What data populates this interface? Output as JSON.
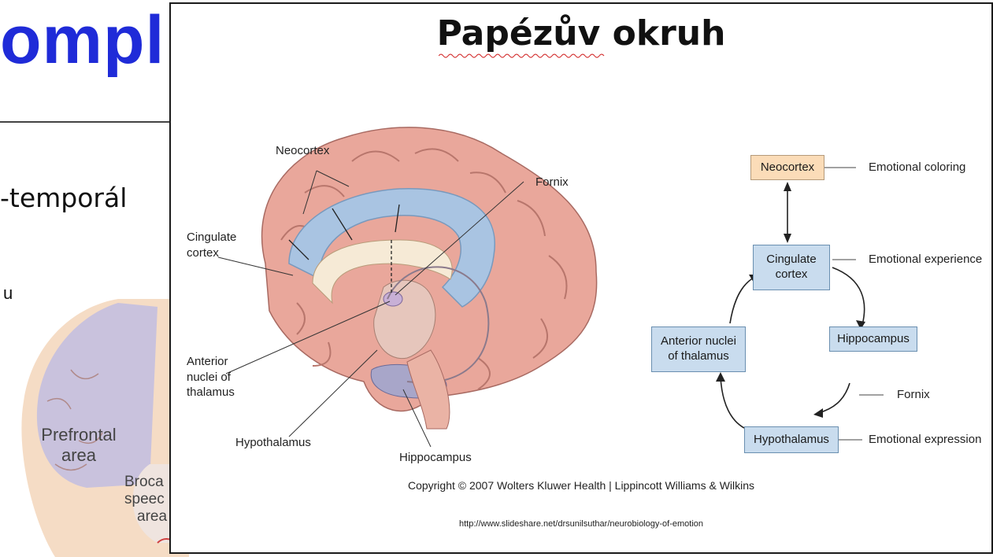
{
  "background_slide": {
    "title_fragment": "ompl",
    "subtitle_fragment": "-temporál",
    "bullet_fragment": "u",
    "figure_labels": {
      "prefrontal_line1": "Prefrontal",
      "prefrontal_line2": "area",
      "broca_line1": "Broca",
      "broca_line2": "speec",
      "broca_line3": "area"
    }
  },
  "panel": {
    "title": "Papézův okruh",
    "brain_labels": {
      "neocortex": "Neocortex",
      "fornix": "Fornix",
      "cingulate_line1": "Cingulate",
      "cingulate_line2": "cortex",
      "anterior_line1": "Anterior",
      "anterior_line2": "nuclei of",
      "anterior_line3": "thalamus",
      "hypothalamus": "Hypothalamus",
      "hippocampus": "Hippocampus"
    },
    "circuit": {
      "neocortex": "Neocortex",
      "cingulate_line1": "Cingulate",
      "cingulate_line2": "cortex",
      "hippocampus": "Hippocampus",
      "anterior_line1": "Anterior nuclei",
      "anterior_line2": "of thalamus",
      "hypothalamus": "Hypothalamus",
      "emotional_coloring": "Emotional coloring",
      "emotional_experience": "Emotional experience",
      "fornix": "Fornix",
      "emotional_expression": "Emotional expression"
    },
    "copyright": "Copyright © 2007 Wolters Kluwer Health | Lippincott Williams & Wilkins",
    "url": "http://www.slideshare.net/drsunilsuthar/neurobiology-of-emotion"
  },
  "colors": {
    "title_blue": "#1f2bd8",
    "box_blue": "#c9dcee",
    "box_peach": "#fbdcb8",
    "cortex_pink": "#e9a79b",
    "cingulate_blue": "#a9c4e2"
  }
}
